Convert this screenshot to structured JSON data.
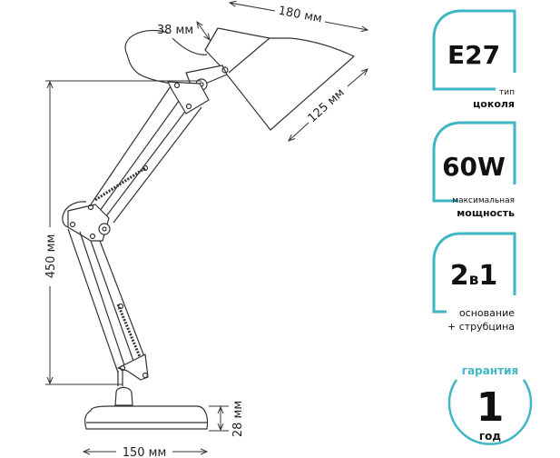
{
  "dimensions": {
    "shade_length": "180 мм",
    "neck_diameter": "38 мм",
    "shade_opening": "125 мм",
    "height": "450 мм",
    "base_height": "28 мм",
    "base_width": "150 мм"
  },
  "badges": [
    {
      "value": "E27",
      "caption_top": "тип",
      "caption_bottom": "цоколя"
    },
    {
      "value": "60W",
      "caption_top": "максимальная",
      "caption_bottom": "мощность"
    },
    {
      "value_main": "2",
      "value_mid": "в",
      "value_end": "1",
      "caption_top": "основание",
      "caption_bottom": "+ струбцина"
    }
  ],
  "warranty": {
    "top": "гарантия",
    "number": "1",
    "bottom": "год"
  },
  "colors": {
    "accent": "#3fb6c4",
    "line": "#333333"
  }
}
